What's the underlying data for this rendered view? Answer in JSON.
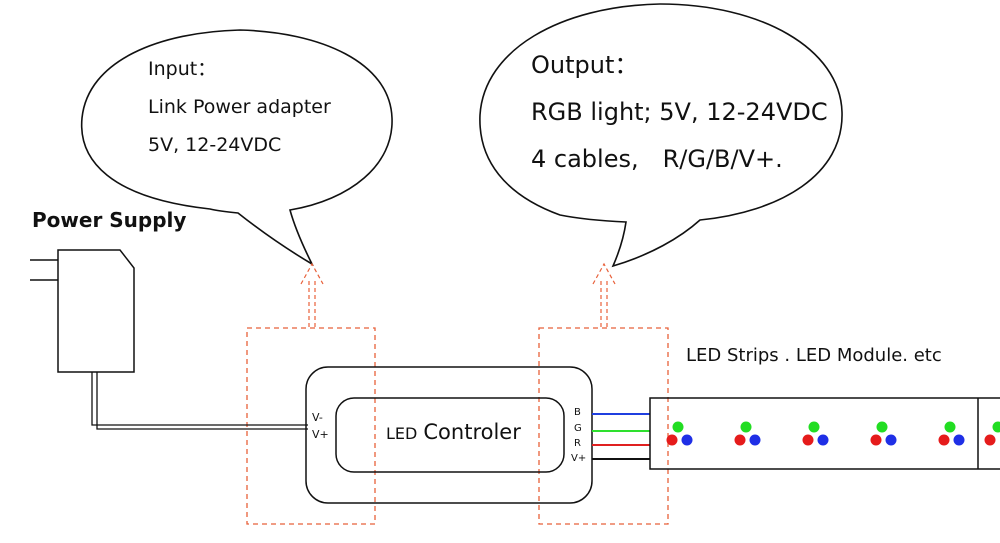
{
  "input_bubble": {
    "title": "Input：",
    "line1": "Link Power adapter",
    "line2": "5V, 12-24VDC"
  },
  "output_bubble": {
    "title": "Output：",
    "line1": "RGB light; 5V, 12-24VDC",
    "line2": "4 cables,　R/G/B/V+."
  },
  "power_supply": {
    "label": "Power Supply"
  },
  "controller": {
    "label_prefix": "LED",
    "label_main": "Controler",
    "input_pins": [
      "V-",
      "V+"
    ],
    "output_pins": [
      "B",
      "G",
      "R",
      "V+"
    ]
  },
  "strip": {
    "label": "LED Strips . LED Module. etc",
    "led_groups": 6
  },
  "colors": {
    "blue_wire": "#1f3fe0",
    "green_wire": "#2ee02e",
    "red_wire": "#e02020",
    "black_wire": "#111111",
    "highlight_dash": "#e8603a",
    "led_green": "#22dd22",
    "led_red": "#e51b1b",
    "led_blue": "#1f2fe6"
  }
}
